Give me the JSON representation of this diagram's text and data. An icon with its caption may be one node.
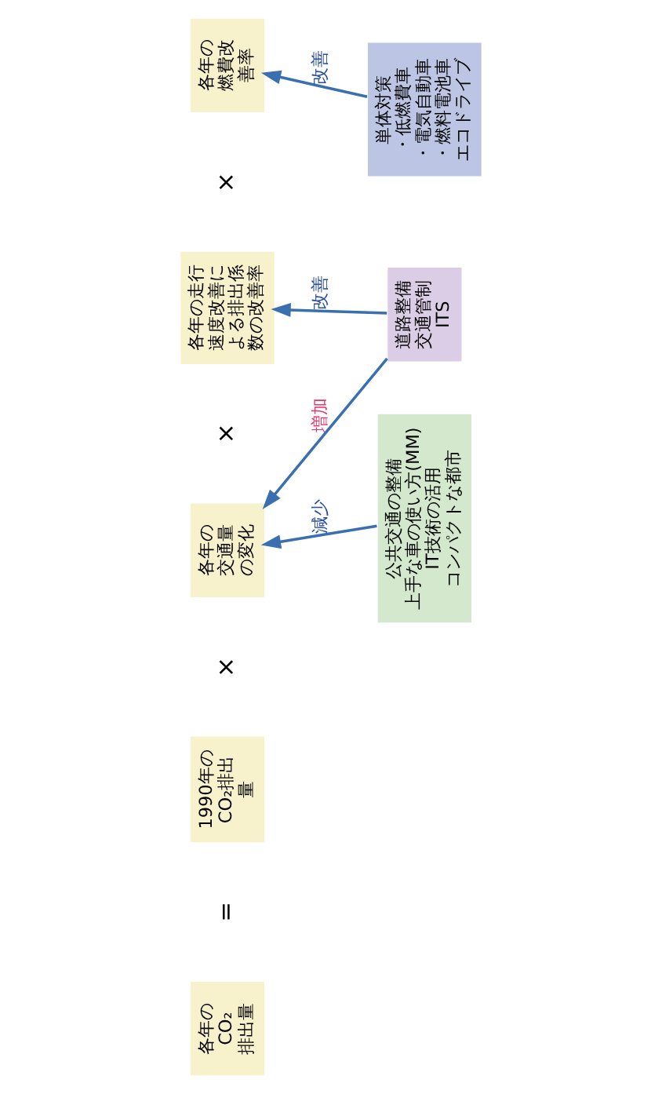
{
  "diagram": {
    "nodes": [
      {
        "text": [
          "各年のCO₂排出量"
        ]
      },
      {
        "text": [
          "1990年のCO₂排出量"
        ]
      },
      {
        "text": [
          "各年の交通量の変化"
        ]
      },
      {
        "text": [
          "各年の走行速度改善による排出係数の改善率"
        ]
      },
      {
        "text": [
          "各年の燃費改善率"
        ]
      },
      {
        "text": [
          "公共交通の整備",
          "上手な車の使い方(MM)",
          "IT技術の活用",
          "コンパクトな都市"
        ]
      },
      {
        "text": [
          "道路整備",
          "交通管制",
          "ITS"
        ]
      },
      {
        "text": [
          "単体対策",
          "・低燃費車",
          "・電気自動車",
          "・燃料電池車",
          "エコドライブ"
        ]
      }
    ],
    "edges": [
      {
        "from": 5,
        "to": 2,
        "arrow": "to",
        "label": "減少"
      },
      {
        "from": 6,
        "to": 2,
        "arrow": "to",
        "label": "増加"
      },
      {
        "from": 6,
        "to": 3,
        "arrow": "to",
        "label": "改善"
      },
      {
        "from": 7,
        "to": 4,
        "arrow": "to",
        "label": "改善"
      }
    ],
    "labels": [
      "=",
      "×",
      "×",
      "×"
    ]
  }
}
